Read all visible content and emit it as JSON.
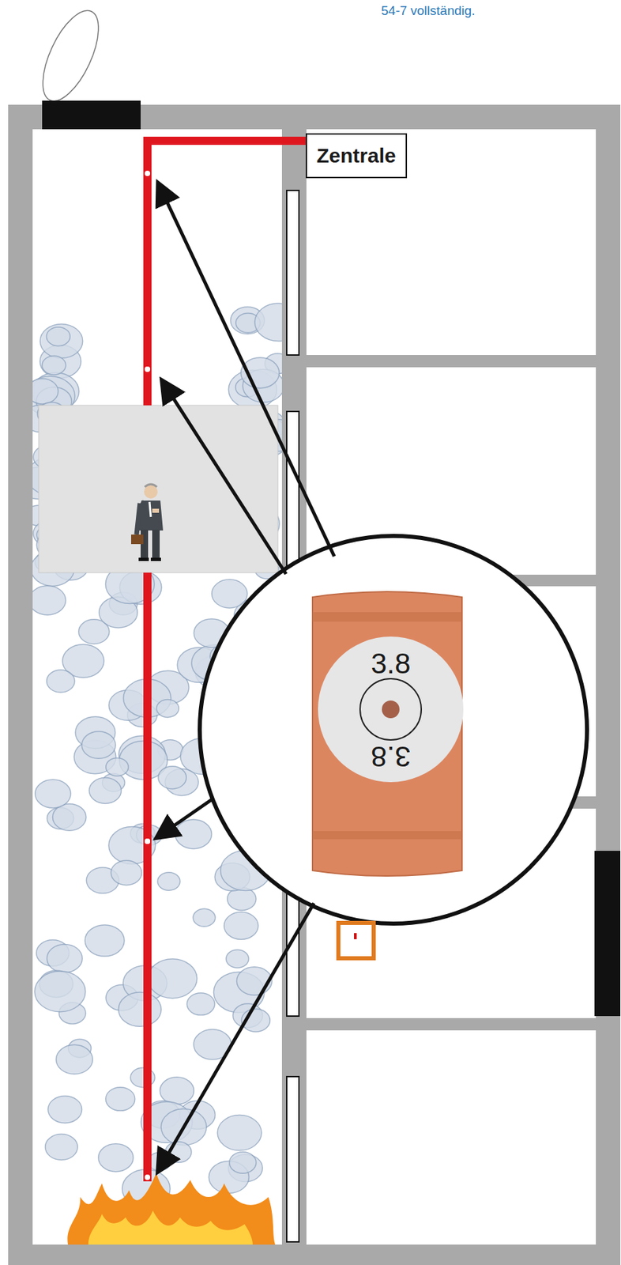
{
  "diagram": {
    "nodes": [
      {
        "text": [
          "Zentrale"
        ]
      }
    ],
    "labels": [
      "54-7 vollständig.",
      "3.8",
      "3.8"
    ]
  }
}
